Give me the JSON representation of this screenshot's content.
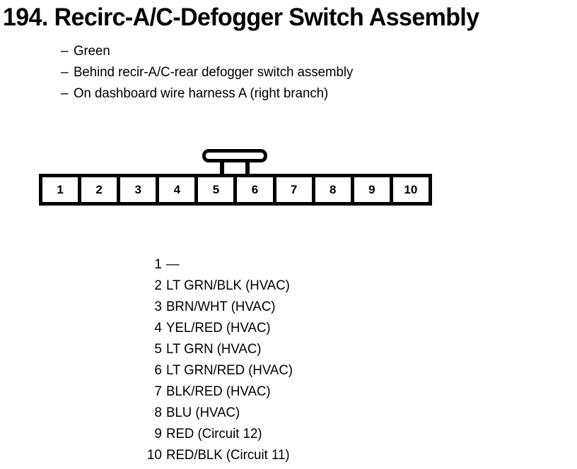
{
  "page": {
    "title": "194. Recirc-A/C-Defogger Switch Assembly"
  },
  "bullets": [
    {
      "dash": "–",
      "text": "Green"
    },
    {
      "dash": "–",
      "text": "Behind recir-A/C-rear defogger switch assembly"
    },
    {
      "dash": "–",
      "text": "On dashboard wire harness A (right branch)"
    }
  ],
  "connector": {
    "pin_count": 10,
    "pins": [
      {
        "number": "1"
      },
      {
        "number": "2"
      },
      {
        "number": "3"
      },
      {
        "number": "4"
      },
      {
        "number": "5"
      },
      {
        "number": "6"
      },
      {
        "number": "7"
      },
      {
        "number": "8"
      },
      {
        "number": "9"
      },
      {
        "number": "10"
      }
    ]
  },
  "pin_list": [
    {
      "number": "1",
      "description": "—"
    },
    {
      "number": "2",
      "description": "LT GRN/BLK (HVAC)"
    },
    {
      "number": "3",
      "description": "BRN/WHT (HVAC)"
    },
    {
      "number": "4",
      "description": "YEL/RED (HVAC)"
    },
    {
      "number": "5",
      "description": "LT GRN (HVAC)"
    },
    {
      "number": "6",
      "description": "LT GRN/RED (HVAC)"
    },
    {
      "number": "7",
      "description": "BLK/RED (HVAC)"
    },
    {
      "number": "8",
      "description": "BLU (HVAC)"
    },
    {
      "number": "9",
      "description": "RED (Circuit 12)"
    },
    {
      "number": "10",
      "description": "RED/BLK (Circuit 11)"
    }
  ],
  "colors": {
    "ink": "#000000",
    "background": "#ffffff"
  }
}
